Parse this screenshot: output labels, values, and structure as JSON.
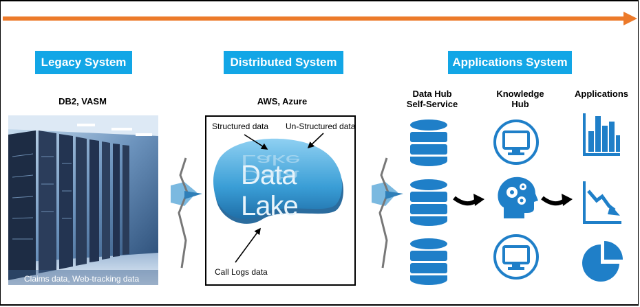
{
  "colors": {
    "accent": "#12a6e6",
    "arrow": "#ec7a2a",
    "icon": "#1f7fc8"
  },
  "sections": {
    "legacy": {
      "title": "Legacy System",
      "subtitle": "DB2, VASM",
      "caption": "Claims data, Web-tracking data"
    },
    "distributed": {
      "title": "Distributed System",
      "subtitle": "AWS, Azure",
      "lake_title": "Data Lake",
      "labels": {
        "structured": "Structured data",
        "unstructured": "Un-Structured data",
        "call_logs": "Call Logs data"
      }
    },
    "applications": {
      "title": "Applications System",
      "columns": {
        "data_hub": "Data Hub\nSelf-Service",
        "knowledge_hub": "Knowledge\nHub",
        "applications": "Applications"
      }
    }
  },
  "icons": {
    "data_hub": [
      "database-icon",
      "database-icon",
      "database-icon"
    ],
    "knowledge_hub": [
      "monitor-icon",
      "brain-gears-icon",
      "monitor-icon"
    ],
    "applications": [
      "bar-chart-icon",
      "declining-chart-icon",
      "pie-chart-icon"
    ]
  }
}
